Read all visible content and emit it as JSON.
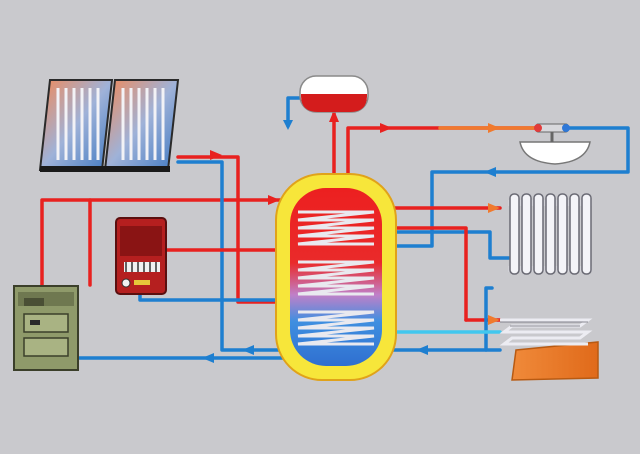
{
  "colors": {
    "background": "#c9c9cd",
    "hot": "#e8211f",
    "cold": "#1e7fd0",
    "cold_light": "#42c7ee",
    "warm": "#f07a2e",
    "tank_jacket": "#f7e63a",
    "tank_outline": "#e0a21a",
    "coil": "#e9e9ef",
    "boiler_body": "#b51f1f",
    "stove_body": "#8f9a6a"
  },
  "components": [
    {
      "id": "solar-collectors",
      "icon": "solar-panel-icon"
    },
    {
      "id": "expansion-vessel",
      "icon": "expansion-tank-icon"
    },
    {
      "id": "gas-boiler",
      "icon": "wall-boiler-icon"
    },
    {
      "id": "solid-fuel-stove",
      "icon": "stove-icon"
    },
    {
      "id": "storage-tank",
      "icon": "hot-water-tank-icon"
    },
    {
      "id": "washbasin",
      "icon": "sink-tap-icon"
    },
    {
      "id": "radiator",
      "icon": "radiator-icon"
    },
    {
      "id": "underfloor-heating",
      "icon": "floor-heating-icon"
    }
  ]
}
